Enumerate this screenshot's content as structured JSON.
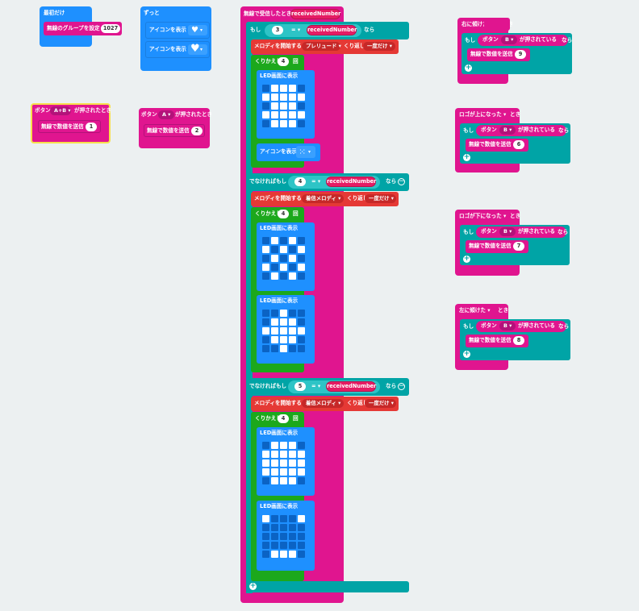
{
  "start": {
    "title": "最初だけ",
    "set_group": "無線のグループを設定",
    "group_value": "1027"
  },
  "forever": {
    "title": "ずっと",
    "show_icon_1": "アイコンを表示",
    "show_icon_2": "アイコンを表示",
    "icon_1": "small-heart-icon",
    "icon_2": "heart-icon"
  },
  "button_ab": {
    "title": "ボタン",
    "button": "A+B ▾",
    "suffix": "が押されたとき",
    "send": "無線で数値を送信",
    "value": "1"
  },
  "button_a": {
    "title": "ボタン",
    "button": "A ▾",
    "suffix": "が押されたとき",
    "send": "無線で数値を送信",
    "value": "2"
  },
  "receive": {
    "title": "無線で受信したとき",
    "var": "receivedNumber",
    "if_label": "もし",
    "then_label": "なら",
    "elseif_label": "でなければもし",
    "eq": "= ▾",
    "play_label": "メロディを開始する",
    "repeat_mode_label": "くり返し",
    "once": "一度だけ ▾",
    "repeat_label": "くりかえし",
    "times": "回",
    "led_label": "LED画面に表示",
    "icon_label": "アイコンを表示",
    "icon_name": "x-pattern-icon",
    "cond1": {
      "value": "3",
      "melody": "プレリュード ▾",
      "repeat": "4"
    },
    "cond2": {
      "value": "4",
      "melody": "着信メロディ ▾",
      "repeat": "4"
    },
    "cond3": {
      "value": "5",
      "melody": "着信メロディ ▾",
      "repeat": "4"
    },
    "plus": "+",
    "minus": "−"
  },
  "shake_right": {
    "title": "右に傾けた ▾",
    "suffix": "とき",
    "if_label": "もし",
    "button": "ボタン",
    "button_val": "B ▾",
    "pressed": "が押されている",
    "then_label": "なら",
    "send": "無線で数値を送信",
    "value": "9"
  },
  "logo_up": {
    "title": "ロゴが上になった ▾",
    "suffix": "とき",
    "if_label": "もし",
    "button": "ボタン",
    "button_val": "B ▾",
    "pressed": "が押されている",
    "then_label": "なら",
    "send": "無線で数値を送信",
    "value": "6"
  },
  "logo_down": {
    "title": "ロゴが下になった ▾",
    "suffix": "とき",
    "if_label": "もし",
    "button": "ボタン",
    "button_val": "B ▾",
    "pressed": "が押されている",
    "then_label": "なら",
    "send": "無線で数値を送信",
    "value": "7"
  },
  "tilt_left": {
    "title": "左に傾けた ▾",
    "suffix": "とき",
    "if_label": "もし",
    "button": "ボタン",
    "button_val": "B ▾",
    "pressed": "が押されている",
    "then_label": "なら",
    "send": "無線で数値を送信",
    "value": "8"
  },
  "leds": {
    "led1": [
      [
        0,
        1,
        1,
        1,
        0
      ],
      [
        1,
        1,
        1,
        1,
        1
      ],
      [
        0,
        1,
        1,
        1,
        0
      ],
      [
        1,
        1,
        1,
        1,
        1
      ],
      [
        0,
        1,
        1,
        1,
        0
      ]
    ],
    "led2": [
      [
        0,
        1,
        0,
        1,
        0
      ],
      [
        1,
        0,
        1,
        0,
        1
      ],
      [
        0,
        1,
        0,
        1,
        0
      ],
      [
        1,
        0,
        1,
        0,
        1
      ],
      [
        0,
        1,
        0,
        1,
        0
      ]
    ],
    "led3": [
      [
        0,
        0,
        1,
        0,
        0
      ],
      [
        0,
        1,
        1,
        1,
        0
      ],
      [
        1,
        1,
        1,
        1,
        1
      ],
      [
        0,
        1,
        1,
        1,
        0
      ],
      [
        0,
        0,
        1,
        0,
        0
      ]
    ],
    "led4": [
      [
        0,
        1,
        1,
        1,
        0
      ],
      [
        1,
        1,
        1,
        1,
        1
      ],
      [
        1,
        1,
        1,
        1,
        1
      ],
      [
        1,
        1,
        1,
        1,
        1
      ],
      [
        0,
        1,
        1,
        1,
        0
      ]
    ],
    "led5": [
      [
        1,
        0,
        0,
        0,
        1
      ],
      [
        0,
        0,
        0,
        0,
        0
      ],
      [
        0,
        0,
        0,
        0,
        0
      ],
      [
        0,
        0,
        0,
        0,
        0
      ],
      [
        0,
        1,
        1,
        1,
        0
      ]
    ]
  }
}
